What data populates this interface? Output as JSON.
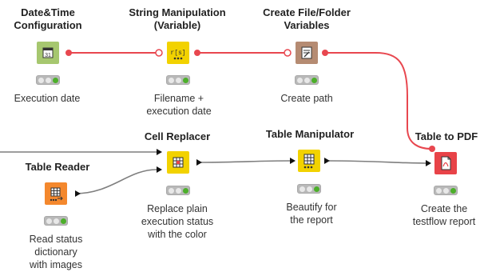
{
  "colors": {
    "flow_variable_line": "#e8474f",
    "data_line": "#7f7f7f",
    "node_green": "#a6c76f",
    "node_yellow": "#f2d200",
    "node_brown": "#b58b72",
    "node_orange": "#f4882d",
    "node_red": "#e84348",
    "status_ok": "#4caf2a"
  },
  "nodes": [
    {
      "id": "datetime",
      "title": "Date&Time\nConfiguration",
      "description": "Execution date",
      "icon": "calendar-icon"
    },
    {
      "id": "string_manip",
      "title": "String Manipulation\n(Variable)",
      "description": "Filename +\nexecution date",
      "icon": "variable-s-icon"
    },
    {
      "id": "create_file",
      "title": "Create File/Folder\nVariables",
      "description": "Create path",
      "icon": "folder-variable-icon"
    },
    {
      "id": "table_reader",
      "title": "Table Reader",
      "description": "Read status\ndictionary\nwith images",
      "icon": "table-read-icon"
    },
    {
      "id": "cell_replacer",
      "title": "Cell Replacer",
      "description": "Replace plain\nexecution status\nwith the color",
      "icon": "cell-replace-icon"
    },
    {
      "id": "table_manip",
      "title": "Table Manipulator",
      "description": "Beautify for\nthe report",
      "icon": "table-manipulate-icon"
    },
    {
      "id": "table_pdf",
      "title": "Table to PDF",
      "description": "Create the\ntestflow report",
      "icon": "pdf-icon"
    }
  ]
}
